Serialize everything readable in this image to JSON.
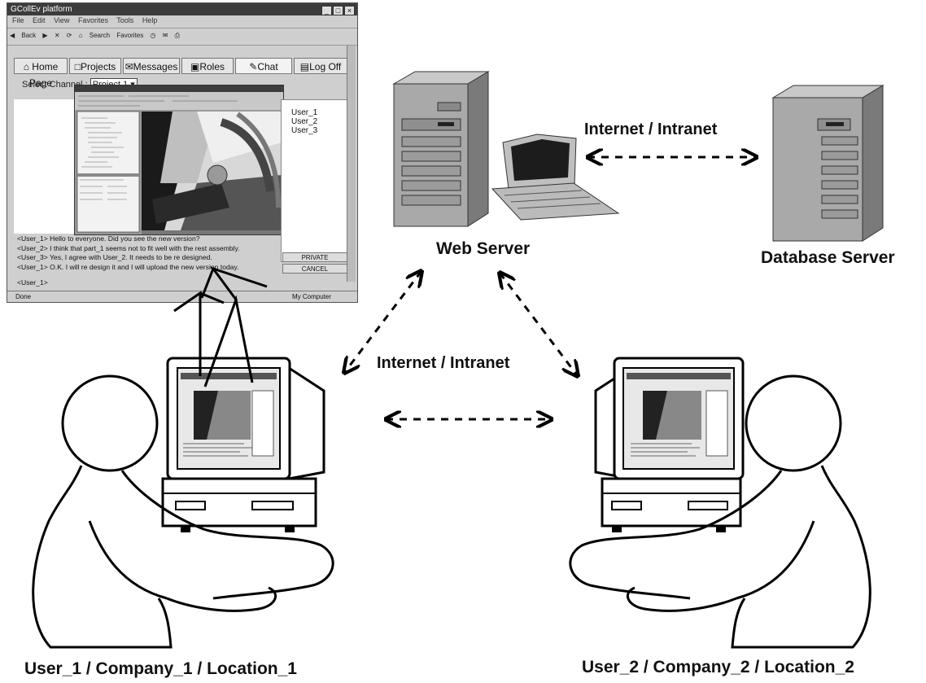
{
  "browser": {
    "title": "GCollEv platform",
    "menu": [
      "File",
      "Edit",
      "View",
      "Favorites",
      "Tools",
      "Help"
    ],
    "toolbar": [
      "Back",
      "Search",
      "Favorites"
    ],
    "tabs": [
      "Home Page",
      "Projects",
      "Messages",
      "Roles",
      "Chat",
      "Log Off"
    ],
    "select_channel_label": "Select Channel :",
    "select_channel_value": "Project 1",
    "users": [
      "User_1",
      "User_2",
      "User_3"
    ],
    "chat": [
      "<User_1> Hello to everyone. Did you see the new version?",
      "<User_2> I think that part_1 seems not to fit well with the rest assembly.",
      "<User_3> Yes, I agree with User_2. It needs to be re designed.",
      "<User_1> O.K. I will re design it and I will upload the new version today.",
      "<User_1>"
    ],
    "private_button": "PRIVATE",
    "cancel_button": "CANCEL",
    "status_left": "Done",
    "status_right": "My Computer"
  },
  "labels": {
    "web_server": "Web Server",
    "database_server": "Database Server",
    "net_top": "Internet / Intranet",
    "net_mid": "Internet / Intranet",
    "user1": "User_1 / Company_1 / Location_1",
    "user2": "User_2 / Company_2 / Location_2"
  }
}
